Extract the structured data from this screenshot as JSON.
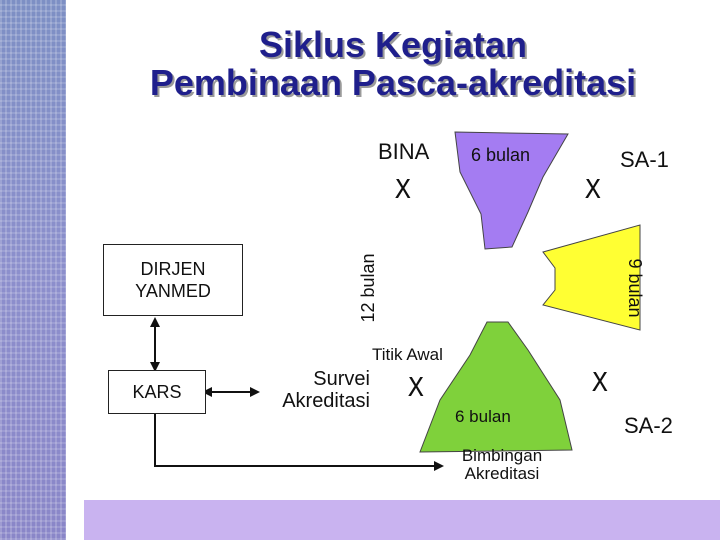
{
  "title": {
    "line1": "Siklus Kegiatan",
    "line2": "Pembinaan Pasca-akreditasi"
  },
  "boxes": {
    "dirjen": [
      "DIRJEN",
      "YANMED"
    ],
    "kars": "KARS"
  },
  "labels": {
    "bina": "BINA",
    "six_bulan_top": "6 bulan",
    "sa1": "SA-1",
    "twelve_bulan": "12 bulan",
    "nine_bulan": "9 bulan",
    "titik_awal": "Titik Awal",
    "survei": [
      "Survei",
      "Akreditasi"
    ],
    "six_bulan_bottom": "6 bulan",
    "sa2": "SA-2",
    "bimbingan": [
      "Bimbingan",
      "Akreditasi"
    ],
    "x_mark": "X"
  },
  "colors": {
    "title": "#1f1f8c",
    "sector_purple": "#a47cf2",
    "sector_yellow": "#ffff33",
    "sector_green": "#7fd13b",
    "sidebar": "#8a8fcc",
    "bottom_band": "#c9b3f0"
  }
}
